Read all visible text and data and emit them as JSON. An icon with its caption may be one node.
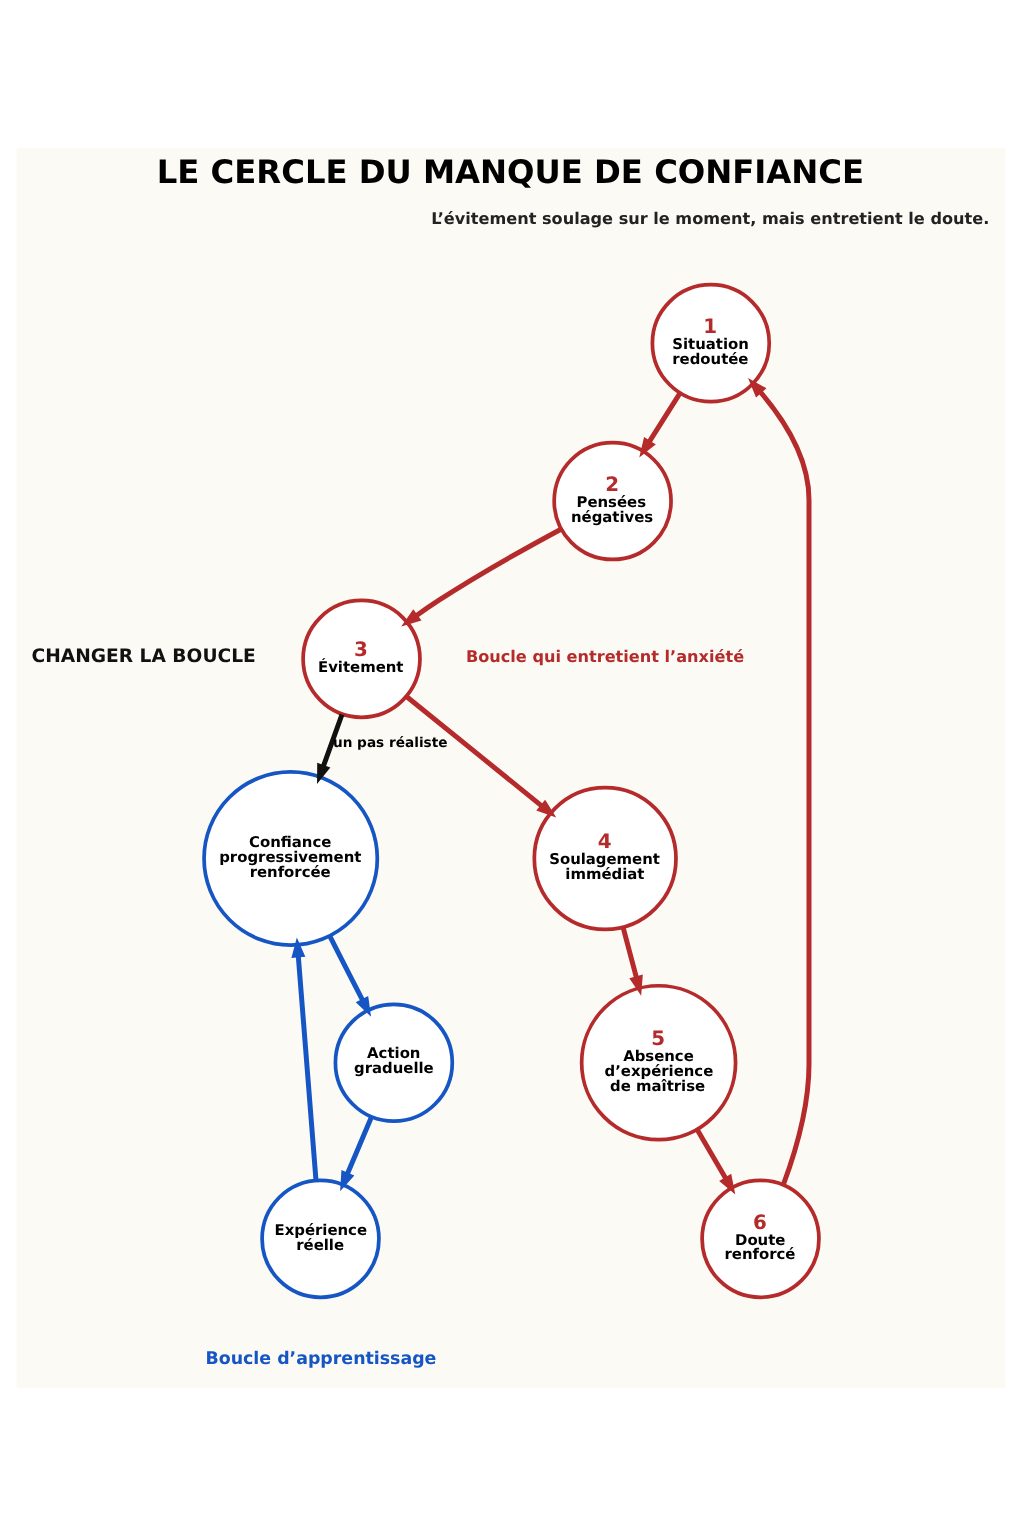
{
  "diagram": {
    "title": "LE CERCLE DU MANQUE DE CONFIANCE",
    "nodes": [
      {
        "text": [
          "1",
          "Situation redoutée"
        ]
      },
      {
        "text": [
          "2",
          "Pensées négatives"
        ]
      },
      {
        "text": [
          "3",
          "Évitement"
        ]
      },
      {
        "text": [
          "4",
          "Soulagement immédiat"
        ]
      },
      {
        "text": [
          "5",
          "Absence d’expérience de maîtrise"
        ]
      },
      {
        "text": [
          "6",
          "Doute renforcé"
        ]
      },
      {
        "text": [
          "Confiance progressivement renforcée"
        ]
      },
      {
        "text": [
          "Action graduelle"
        ]
      },
      {
        "text": [
          "Expérience réelle"
        ]
      }
    ],
    "edges": [
      {
        "from": 0,
        "to": 1,
        "arrow": "to",
        "color": "#b52a2a"
      },
      {
        "from": 1,
        "to": 2,
        "arrow": "to",
        "color": "#b52a2a"
      },
      {
        "from": 2,
        "to": 3,
        "arrow": "to",
        "color": "#b52a2a"
      },
      {
        "from": 3,
        "to": 4,
        "arrow": "to",
        "color": "#b52a2a"
      },
      {
        "from": 4,
        "to": 5,
        "arrow": "to",
        "color": "#b52a2a"
      },
      {
        "from": 5,
        "to": 0,
        "arrow": "to",
        "color": "#b52a2a"
      },
      {
        "from": 2,
        "to": 6,
        "arrow": "to",
        "label": "un pas réaliste",
        "color": "#111111"
      },
      {
        "from": 6,
        "to": 7,
        "arrow": "to",
        "color": "#1556c4"
      },
      {
        "from": 7,
        "to": 8,
        "arrow": "to",
        "color": "#1556c4"
      },
      {
        "from": 8,
        "to": 6,
        "arrow": "to",
        "color": "#1556c4"
      }
    ],
    "labels": [
      "L’évitement soulage sur le moment, mais entretient le doute.",
      "Boucle qui entretient l’anxiété",
      "CHANGER LA BOUCLE",
      "Boucle d’apprentissage"
    ]
  }
}
